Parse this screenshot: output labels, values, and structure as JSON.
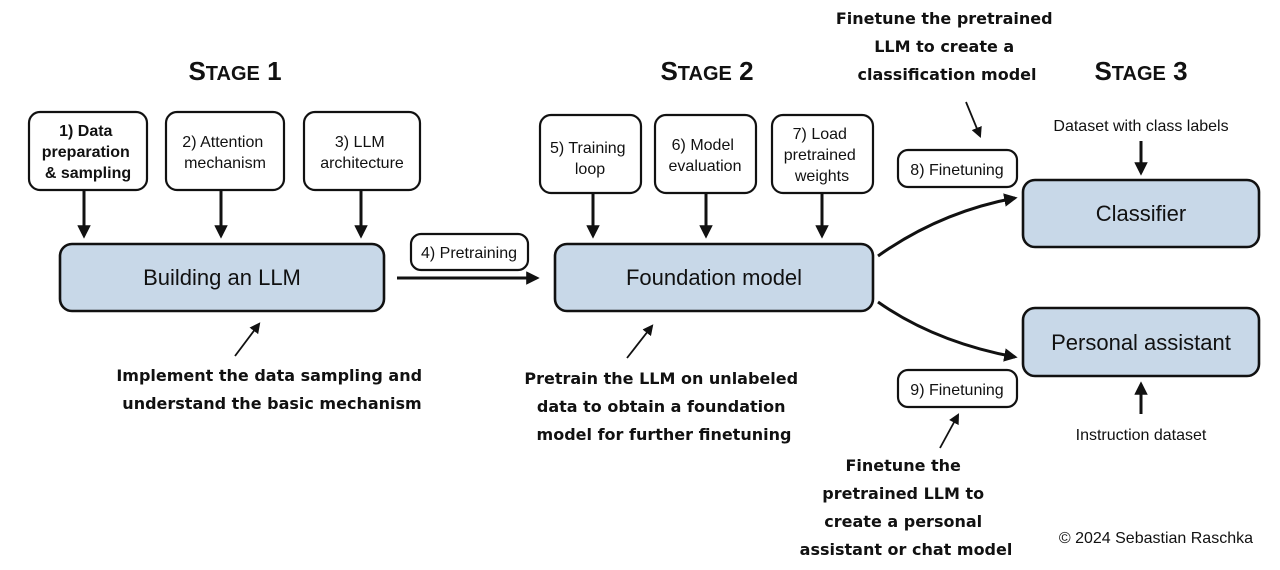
{
  "stages": {
    "stage1": {
      "first": "S",
      "rest": "TAGE",
      "num": " 1"
    },
    "stage2": {
      "first": "S",
      "rest": "TAGE",
      "num": " 2"
    },
    "stage3": {
      "first": "S",
      "rest": "TAGE",
      "num": " 3"
    }
  },
  "steps": {
    "s1": [
      "1) Data",
      "preparation",
      "& sampling"
    ],
    "s2": [
      "2) Attention",
      "mechanism"
    ],
    "s3": [
      "3) LLM",
      "architecture"
    ],
    "s4": "4) Pretraining",
    "s5": [
      "5) Training",
      "loop"
    ],
    "s6": [
      "6) Model",
      "evaluation"
    ],
    "s7": [
      "7) Load",
      "pretrained",
      "weights"
    ],
    "s8": "8) Finetuning",
    "s9": "9) Finetuning"
  },
  "main_boxes": {
    "building": "Building an LLM",
    "foundation": "Foundation model",
    "classifier": "Classifier",
    "assistant": "Personal assistant"
  },
  "annotations": {
    "stage1_note": [
      "Implement the data sampling and",
      "understand the basic mechanism"
    ],
    "stage2_note": [
      "Pretrain the LLM on unlabeled",
      "data to obtain a foundation",
      "model for further finetuning"
    ],
    "classification_note": [
      "Finetune the pretrained",
      "LLM to create a",
      "classification model"
    ],
    "assistant_note": [
      "Finetune the",
      "pretrained LLM to",
      "create a personal",
      "assistant or chat model"
    ]
  },
  "inputs": {
    "class_labels": "Dataset with class labels",
    "instruction": "Instruction dataset"
  },
  "copyright": "© 2024 Sebastian Raschka"
}
